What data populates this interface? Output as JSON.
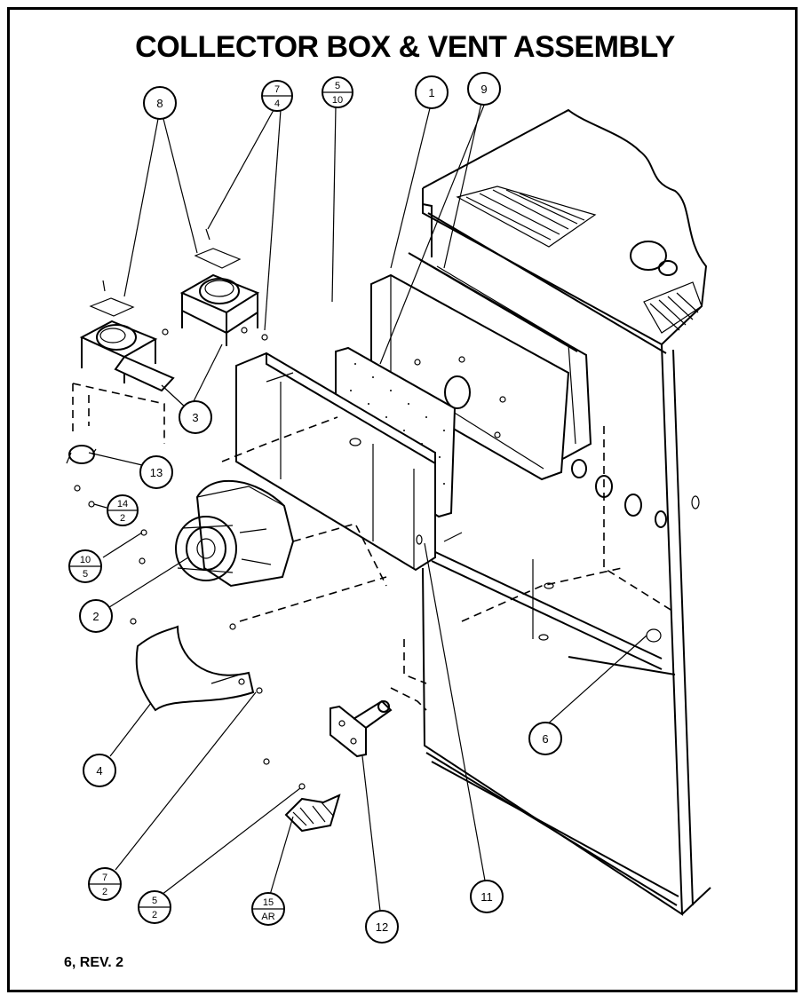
{
  "title": "COLLECTOR BOX & VENT ASSEMBLY",
  "footer": "6, REV. 2",
  "callouts": {
    "c8": "8",
    "c7": {
      "top": "7",
      "bottom": "4"
    },
    "c5a": {
      "top": "5",
      "bottom": "10"
    },
    "c1": "1",
    "c9": "9",
    "c3": "3",
    "c13": "13",
    "c14": {
      "top": "14",
      "bottom": "2"
    },
    "c10": {
      "top": "10",
      "bottom": "5"
    },
    "c2": "2",
    "c6": "6",
    "c4": "4",
    "c7b": {
      "top": "7",
      "bottom": "2"
    },
    "c5b": {
      "top": "5",
      "bottom": "2"
    },
    "c15": {
      "top": "15",
      "bottom": "AR"
    },
    "c12": "12",
    "c11": "11"
  }
}
